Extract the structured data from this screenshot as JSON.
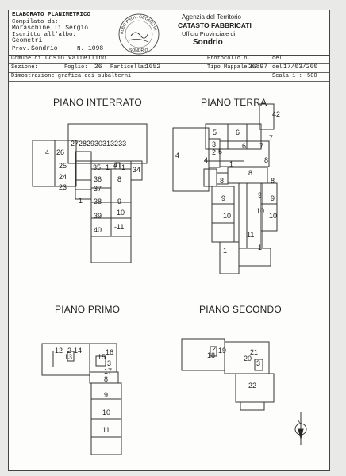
{
  "header": {
    "doc_title": "ELABORATO PLANIMETRICO",
    "compiled_by_label": "Compilato da:",
    "compiled_by": "Moraschinelli Sergio",
    "registered_label": "Iscritto all'albo:",
    "registered": "Geometri",
    "province_label": "Prov.",
    "province": "Sondrio",
    "number_label": "N.",
    "number": "1098",
    "agency_line1": "Agenzia del Territorio",
    "agency_line2": "CATASTO FABBRICATI",
    "agency_line3": "Ufficio Provinciale di",
    "agency_line4": "Sondrio",
    "stamp_text": "ALBO PROV. GEOMETRI SONDRIO"
  },
  "info": {
    "comune_label": "Comune di",
    "comune": "Cosio Valtellino",
    "protocollo_label": "Protocollo n.",
    "del_label": "del",
    "sezione_label": "Sezione:",
    "foglio_label": "Foglio:",
    "foglio": "26",
    "particella_label": "Particella:",
    "particella": "1052",
    "tipo_label": "Tipo Mappale n.",
    "tipo": "26897",
    "del2_label": "del",
    "date": "17/03/200",
    "dimostrazione": "Dimostrazione grafica dei subalterni",
    "scala_label": "Scala 1 :",
    "scala": "500"
  },
  "floors": {
    "interrato": "PIANO INTERRATO",
    "terra": "PIANO TERRA",
    "primo": "PIANO PRIMO",
    "secondo": "PIANO SECONDO"
  },
  "labels": {
    "int_a": "27282930313233",
    "int_4": "4",
    "int_26": "26",
    "int_25": "25",
    "int_24": "24",
    "int_23": "23",
    "int_1": "1",
    "int_35": "35",
    "int_1b": "1",
    "int_41": "41",
    "int_1c": "1",
    "int_34": "34",
    "int_36": "36",
    "int_37": "37",
    "int_8": "8",
    "int_38": "38",
    "int_9": "9",
    "int_39": "39",
    "int_10": "-10",
    "int_40": "40",
    "int_11": "-11",
    "t_42": "42",
    "t_5": "5",
    "t_6": "6",
    "t_3": "3",
    "t_2": "2",
    "t_5b": "5",
    "t_6b": "6",
    "t_7": "7",
    "t_7b": "7",
    "t_4": "4",
    "t_4b": "4",
    "t_1": "1",
    "t_8": "8",
    "t_8b": "8",
    "t_8c": "8",
    "t_8d": "8",
    "t_9": "9",
    "t_9b": "9",
    "t_9c": "9",
    "t_10": "10",
    "t_10b": "10",
    "t_10c": "10",
    "t_11": "11",
    "t_1b": "1",
    "t_1c": "1",
    "p1_12": "12",
    "p1_2": "2",
    "p1_14": "14",
    "p1_13": "13",
    "p1_16": "16",
    "p1_15": "15",
    "p1_3": "3",
    "p1_17": "17",
    "p1_8": "8",
    "p1_9": "9",
    "p1_10": "10",
    "p1_11": "11",
    "p2_18": "18",
    "p2_2": "2",
    "p2_19": "19",
    "p2_21": "21",
    "p2_20": "20",
    "p2_3": "3",
    "p2_22": "22",
    "north": "N"
  }
}
